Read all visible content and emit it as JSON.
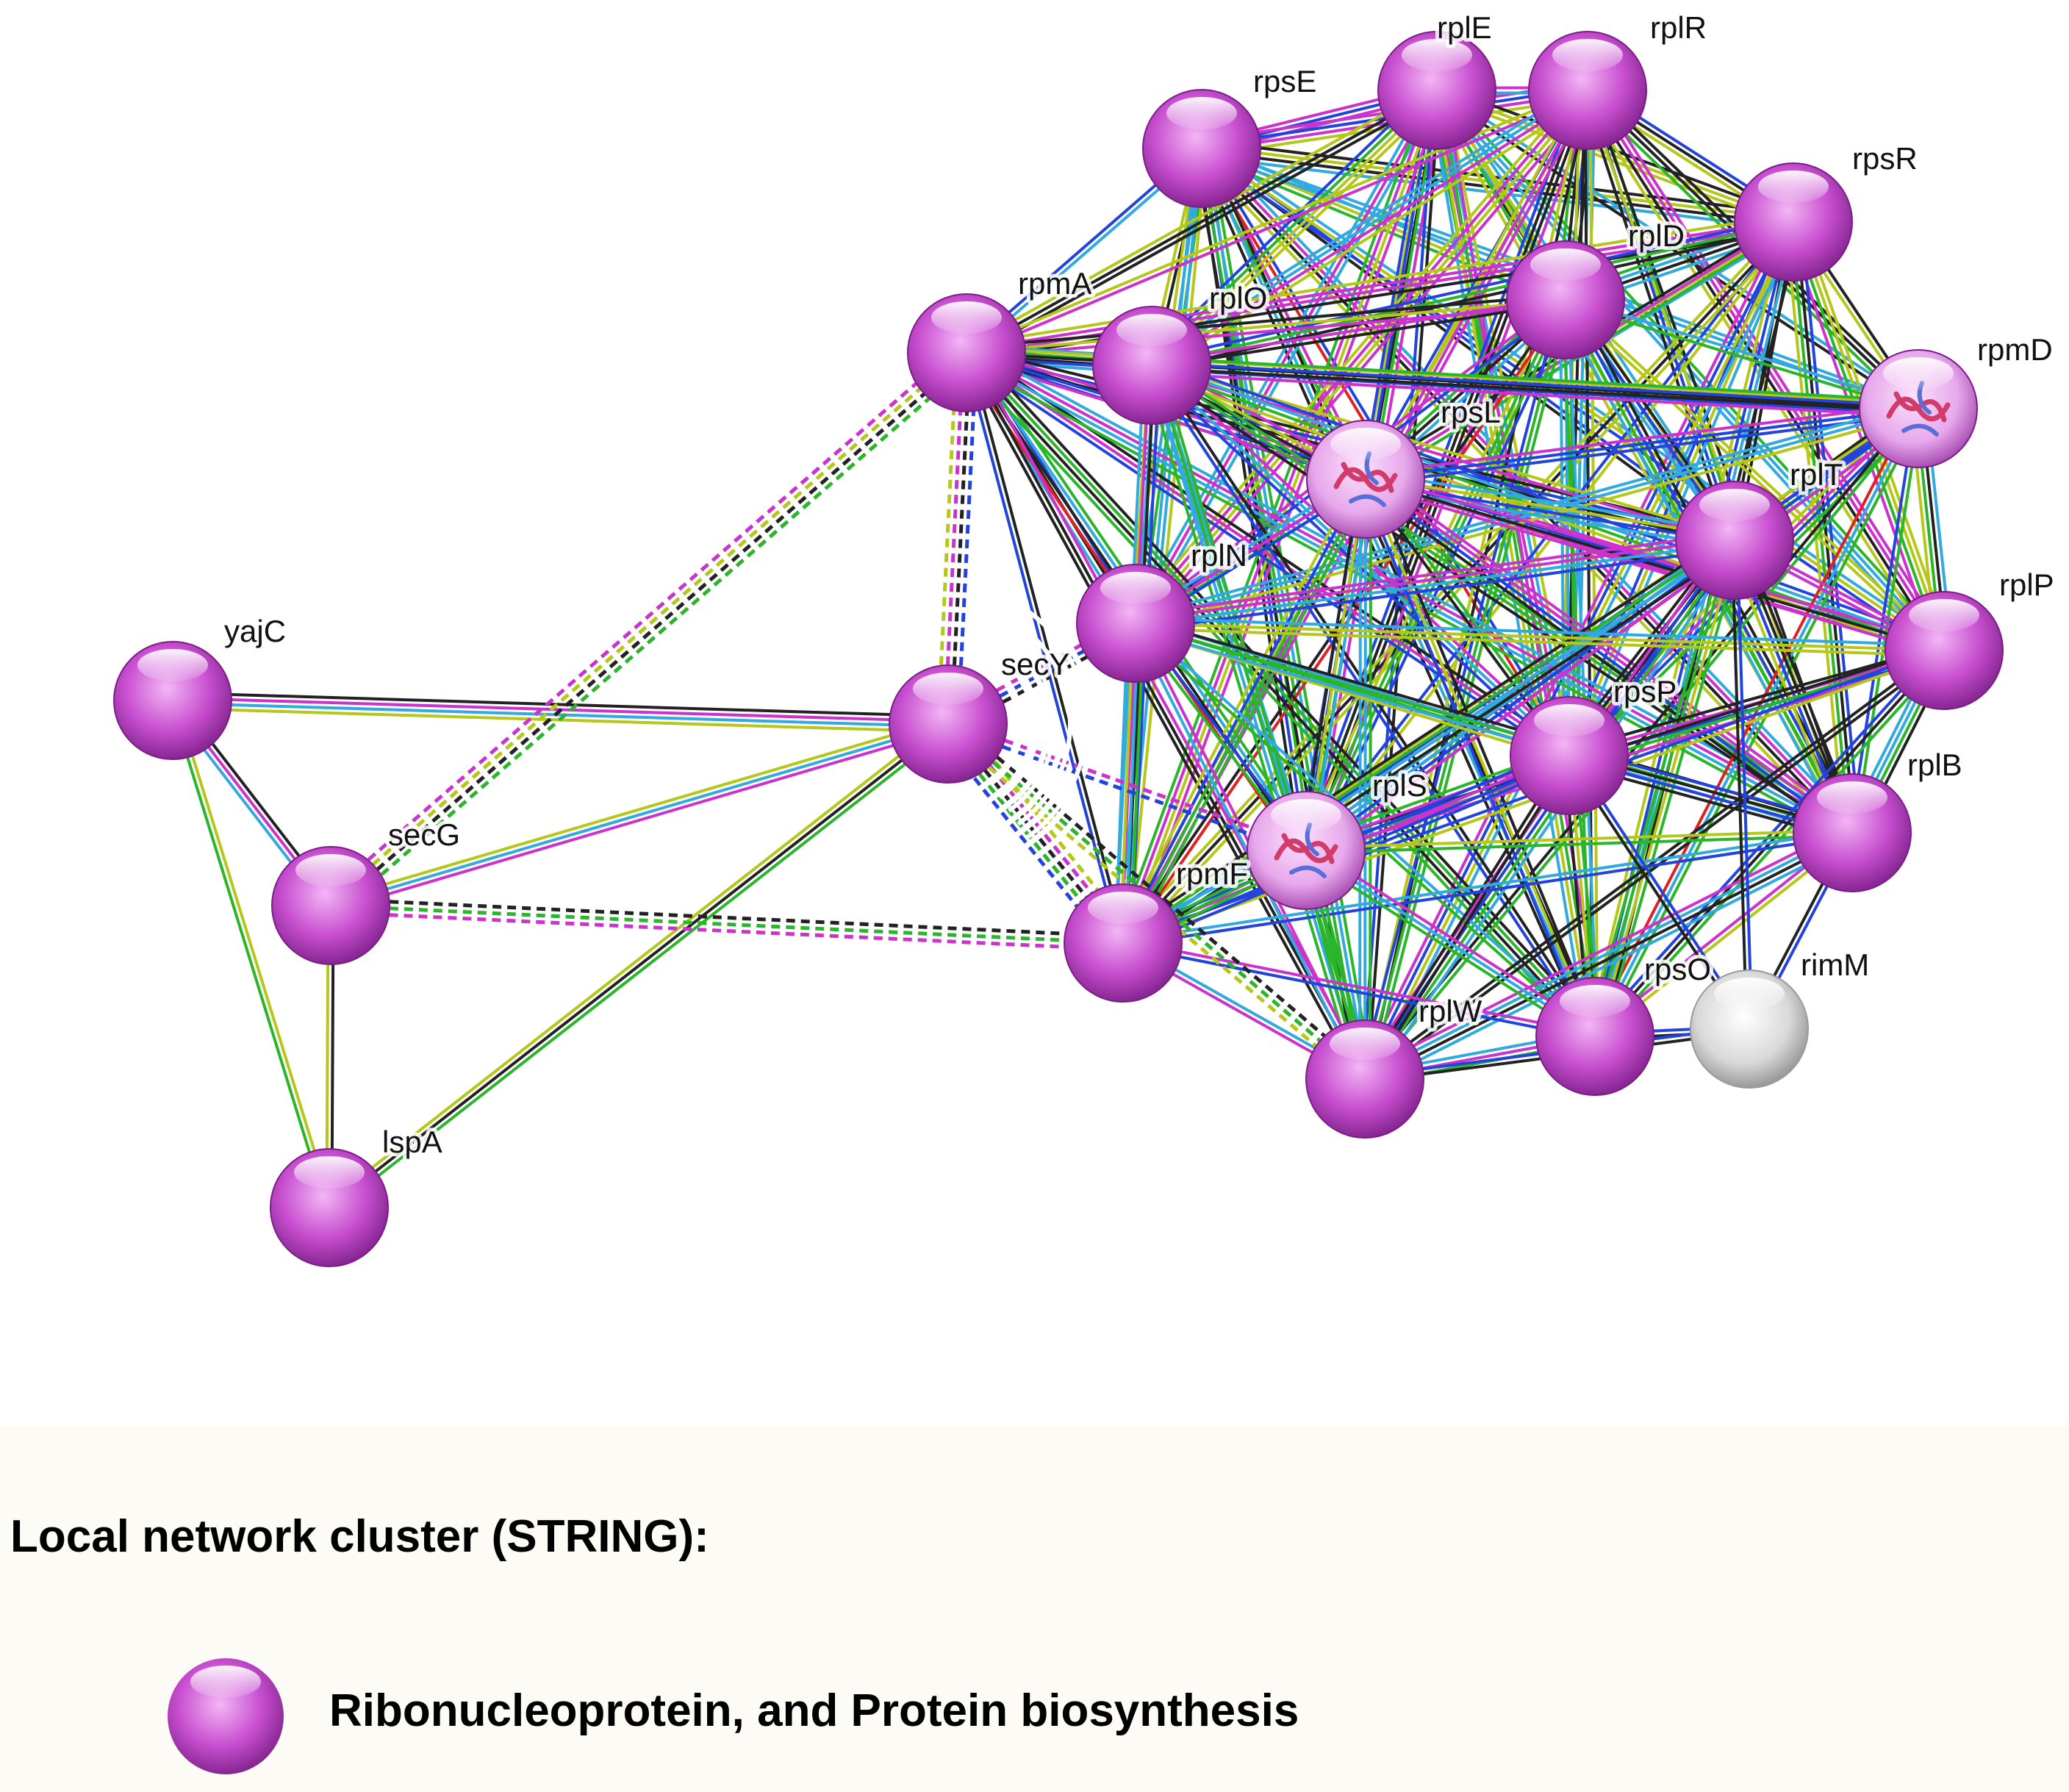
{
  "network": {
    "nodes": [
      {
        "id": "rpsE",
        "label": "rpsE",
        "kind": "cluster"
      },
      {
        "id": "rplE",
        "label": "rplE",
        "kind": "cluster"
      },
      {
        "id": "rplR",
        "label": "rplR",
        "kind": "cluster"
      },
      {
        "id": "rpsR",
        "label": "rpsR",
        "kind": "cluster"
      },
      {
        "id": "rplD",
        "label": "rplD",
        "kind": "cluster"
      },
      {
        "id": "rpmA",
        "label": "rpmA",
        "kind": "cluster"
      },
      {
        "id": "rplO",
        "label": "rplO",
        "kind": "cluster"
      },
      {
        "id": "rpmD",
        "label": "rpmD",
        "kind": "structure"
      },
      {
        "id": "rpsL",
        "label": "rpsL",
        "kind": "structure"
      },
      {
        "id": "rplT",
        "label": "rplT",
        "kind": "cluster"
      },
      {
        "id": "rplN",
        "label": "rplN",
        "kind": "cluster"
      },
      {
        "id": "rplP",
        "label": "rplP",
        "kind": "cluster"
      },
      {
        "id": "secY",
        "label": "secY",
        "kind": "cluster"
      },
      {
        "id": "rpsP",
        "label": "rpsP",
        "kind": "cluster"
      },
      {
        "id": "yajC",
        "label": "yajC",
        "kind": "cluster"
      },
      {
        "id": "rplB",
        "label": "rplB",
        "kind": "cluster"
      },
      {
        "id": "rplS",
        "label": "rplS",
        "kind": "structure"
      },
      {
        "id": "secG",
        "label": "secG",
        "kind": "cluster"
      },
      {
        "id": "rpmF",
        "label": "rpmF",
        "kind": "cluster"
      },
      {
        "id": "rpsO",
        "label": "rpsO",
        "kind": "cluster"
      },
      {
        "id": "rimM",
        "label": "rimM",
        "kind": "other"
      },
      {
        "id": "rplW",
        "label": "rplW",
        "kind": "cluster"
      },
      {
        "id": "lspA",
        "label": "lspA",
        "kind": "cluster"
      }
    ],
    "edges_left": [
      {
        "a": "yajC",
        "b": "secY",
        "colors": [
          "#222222",
          "#cc33cc",
          "#33aadd",
          "#b5c71a"
        ]
      },
      {
        "a": "yajC",
        "b": "secG",
        "colors": [
          "#222222",
          "#cc33cc",
          "#33aadd"
        ]
      },
      {
        "a": "yajC",
        "b": "lspA",
        "colors": [
          "#b5c71a",
          "#2bb52b"
        ]
      },
      {
        "a": "secG",
        "b": "secY",
        "colors": [
          "#b5c71a",
          "#33aadd",
          "#cc33cc"
        ]
      },
      {
        "a": "secG",
        "b": "lspA",
        "colors": [
          "#222222",
          "#b5c71a"
        ]
      },
      {
        "a": "lspA",
        "b": "secY",
        "colors": [
          "#b5c71a",
          "#222222",
          "#2bb52b"
        ]
      }
    ],
    "edges_dashed": [
      {
        "a": "secG",
        "b": "rpmA",
        "colors": [
          "#cc33cc",
          "#b5c71a",
          "#222222",
          "#2bb52b"
        ]
      },
      {
        "a": "secG",
        "b": "rpmF",
        "colors": [
          "#222222",
          "#2bb52b",
          "#cc33cc"
        ]
      },
      {
        "a": "secY",
        "b": "rpmA",
        "colors": [
          "#b5c71a",
          "#cc33cc",
          "#222222",
          "#2244dd"
        ]
      },
      {
        "a": "secY",
        "b": "rpmF",
        "colors": [
          "#b5c71a",
          "#cc33cc",
          "#222222",
          "#2bb52b",
          "#2244dd"
        ]
      },
      {
        "a": "secY",
        "b": "rplN",
        "colors": [
          "#cc33cc",
          "#2244dd",
          "#222222"
        ]
      },
      {
        "a": "secY",
        "b": "rplW",
        "colors": [
          "#222222",
          "#2bb52b",
          "#b5c71a"
        ]
      },
      {
        "a": "secY",
        "b": "rplS",
        "colors": [
          "#cc33cc",
          "#2244dd"
        ]
      }
    ],
    "cluster_edge_colors": [
      "#222222",
      "#2244dd",
      "#b5c71a",
      "#cc33cc",
      "#2bb52b",
      "#33aadd",
      "#dd2222"
    ],
    "node_color": "#c84fd0",
    "other_node_color": "#d9d9d9"
  },
  "legend": {
    "title": "Local network cluster (STRING):",
    "item_label": "Ribonucleoprotein, and Protein biosynthesis",
    "swatch_color": "#c84fd0"
  }
}
